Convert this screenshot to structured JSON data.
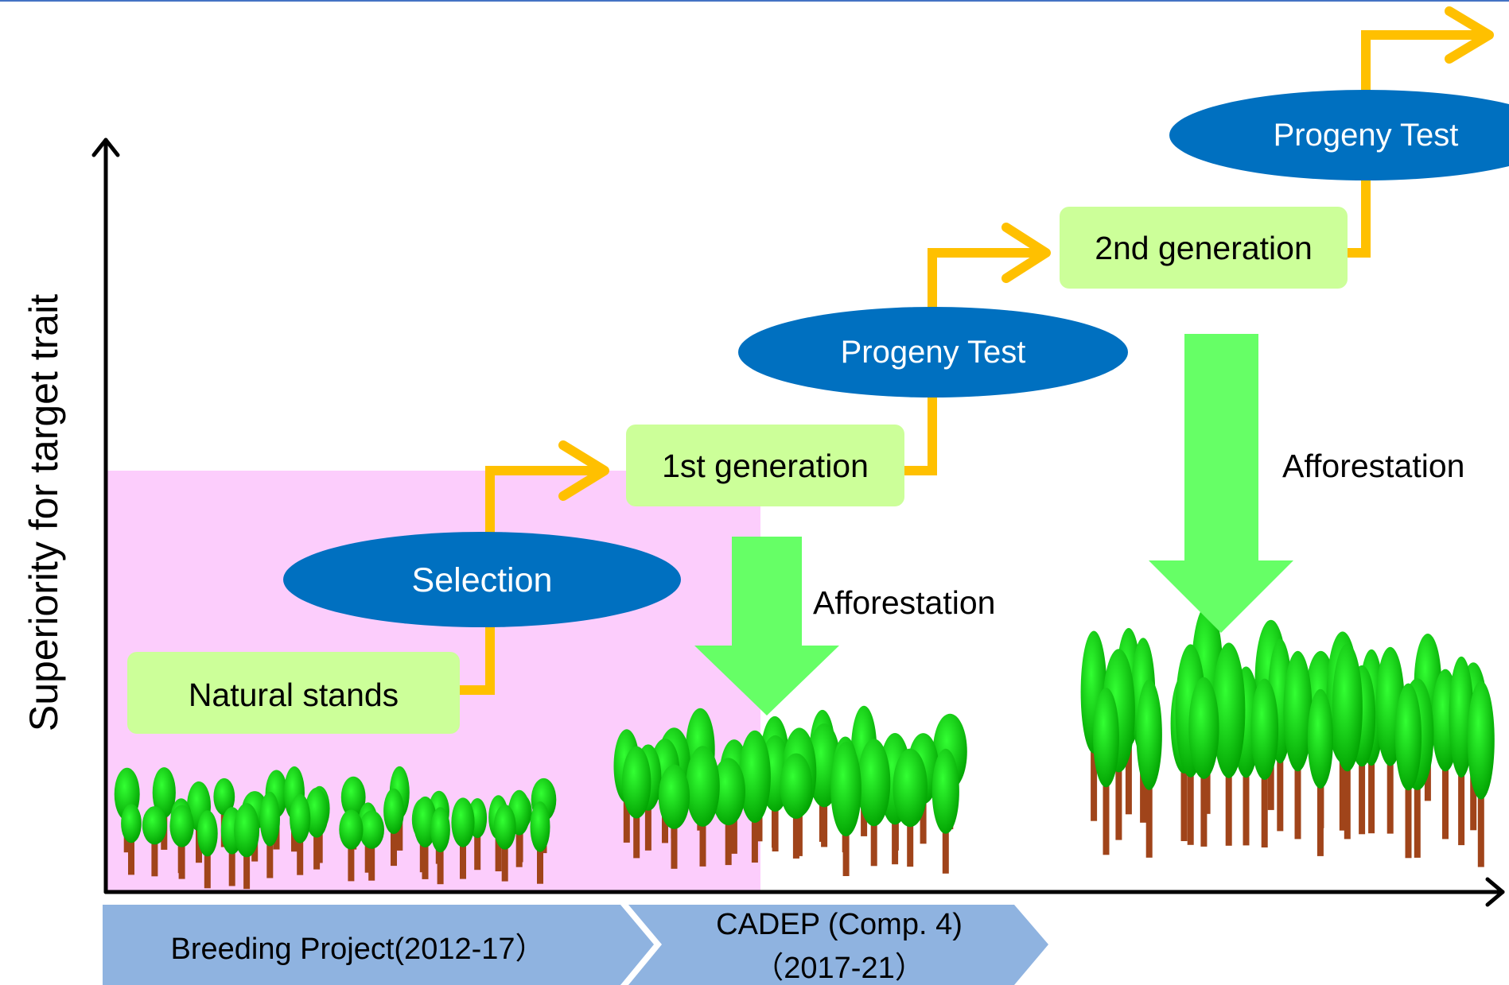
{
  "y_axis_label": "Superiority for target trait",
  "boxes": {
    "natural_stands": "Natural stands",
    "first_generation": "1st generation",
    "second_generation": "2nd generation"
  },
  "ellipses": {
    "selection": "Selection",
    "progeny_test_1": "Progeny Test",
    "progeny_test_2": "Progeny Test"
  },
  "afforestation": {
    "label_1": "Afforestation",
    "label_2": "Afforestation"
  },
  "timeline": {
    "breeding_project": "Breeding Project(2012-17）",
    "cadep_line1": "CADEP (Comp. 4)",
    "cadep_line2": "（2017-21）"
  },
  "colors": {
    "shaded_region": "#fccdfc",
    "box_fill": "#ccff99",
    "ellipse_fill": "#0070c0",
    "step_arrow": "#ffc000",
    "down_arrow": "#66ff66",
    "chevron": "#8fb3e0",
    "top_rule": "#4472c4",
    "tree_crown": "#00dd00",
    "tree_trunk": "#a0441a"
  },
  "icons": {
    "tree": "tree-icon",
    "down_arrow": "down-arrow-icon",
    "step_arrow": "step-arrow-icon"
  }
}
